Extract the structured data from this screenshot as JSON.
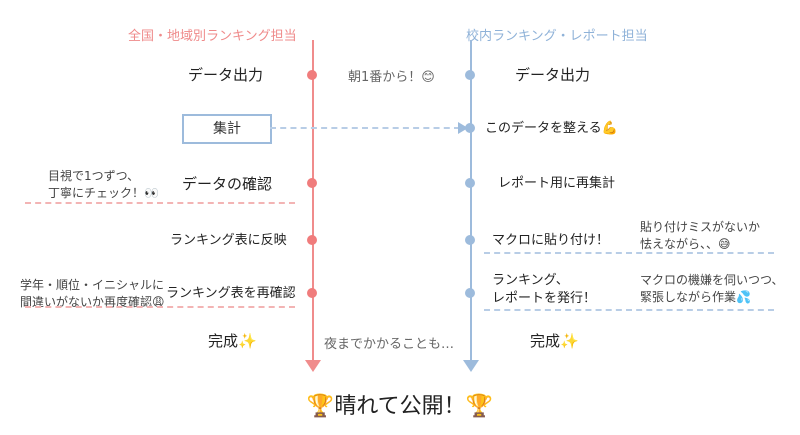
{
  "headers": {
    "left": "全国・地域別ランキング担当",
    "right": "校内ランキング・レポート担当"
  },
  "left_steps": {
    "s1": "データ出力",
    "s2": "集計",
    "s3": "データの確認",
    "s4": "ランキング表に反映",
    "s5": "ランキング表を再確認",
    "s6": "完成✨"
  },
  "left_notes": {
    "n1_line1": "目視で1つずつ、",
    "n1_line2": "丁寧にチェック！👀",
    "n2_line1": "学年・順位・イニシャルに",
    "n2_line2": "間違いがないか再度確認😩"
  },
  "center_notes": {
    "morning": "朝1番から！😊",
    "night": "夜までかかることも…"
  },
  "right_steps": {
    "s1": "データ出力",
    "s2": "このデータを整える💪",
    "s3": "レポート用に再集計",
    "s4": "マクロに貼り付け！",
    "s5_line1": "ランキング、",
    "s5_line2": "レポートを発行！",
    "s6": "完成✨"
  },
  "right_notes": {
    "n1_line1": "貼り付けミスがないか",
    "n1_line2": "怯えながら、、😅",
    "n2_line1": "マクロの機嫌を伺いつつ、",
    "n2_line2": "緊張しながら作業💦"
  },
  "footer": {
    "trophy_left": "🏆",
    "text": "晴れて公開！",
    "trophy_right": "🏆"
  },
  "colors": {
    "left_accent": "#f08c8c",
    "right_accent": "#9dbbdc"
  }
}
